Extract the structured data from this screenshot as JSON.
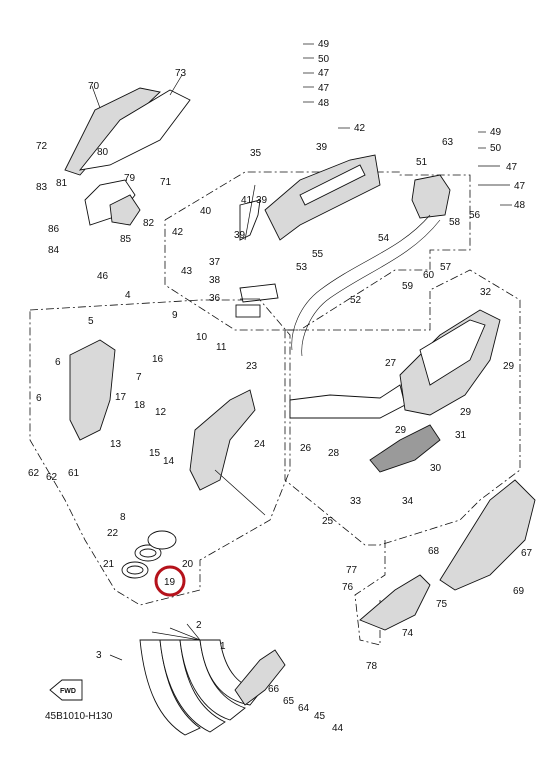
{
  "diagram_code": "45B1010-H130",
  "fwd_label": "FWD",
  "highlight_color": "#b5121b",
  "highlighted_part": "19",
  "callouts": {
    "c1": "1",
    "c2": "2",
    "c3": "3",
    "c4": "4",
    "c5": "5",
    "c6a": "6",
    "c6b": "6",
    "c7": "7",
    "c8": "8",
    "c9": "9",
    "c10": "10",
    "c11": "11",
    "c12": "12",
    "c13": "13",
    "c14": "14",
    "c15": "15",
    "c16": "16",
    "c17": "17",
    "c18": "18",
    "c19": "19",
    "c20": "20",
    "c21": "21",
    "c22": "22",
    "c23": "23",
    "c24": "24",
    "c25": "25",
    "c26": "26",
    "c27": "27",
    "c28": "28",
    "c29a": "29",
    "c29b": "29",
    "c30": "30",
    "c31": "31",
    "c32": "32",
    "c33": "33",
    "c34": "34",
    "c35": "35",
    "c36": "36",
    "c37": "37",
    "c38": "38",
    "c39a": "39",
    "c39b": "39",
    "c39c": "39",
    "c40": "40",
    "c41": "41",
    "c42a": "42",
    "c42b": "42",
    "c43": "43",
    "c44": "44",
    "c45": "45",
    "c46": "46",
    "c47a": "47",
    "c47b": "47",
    "c47c": "47",
    "c47d": "47",
    "c48a": "48",
    "c48b": "48",
    "c49a": "49",
    "c49b": "49",
    "c50a": "50",
    "c50b": "50",
    "c51": "51",
    "c52": "52",
    "c53": "53",
    "c54": "54",
    "c55": "55",
    "c56": "56",
    "c57": "57",
    "c58": "58",
    "c59": "59",
    "c60": "60",
    "c61": "61",
    "c62a": "62",
    "c62b": "62",
    "c63": "63",
    "c64": "64",
    "c65": "65",
    "c66": "66",
    "c67": "67",
    "c68": "68",
    "c69": "69",
    "c70": "70",
    "c71": "71",
    "c72": "72",
    "c73": "73",
    "c74": "74",
    "c75": "75",
    "c76": "76",
    "c77": "77",
    "c78": "78",
    "c79": "79",
    "c80": "80",
    "c81": "81",
    "c82": "82",
    "c83": "83",
    "c84": "84",
    "c85": "85",
    "c86": "86"
  }
}
